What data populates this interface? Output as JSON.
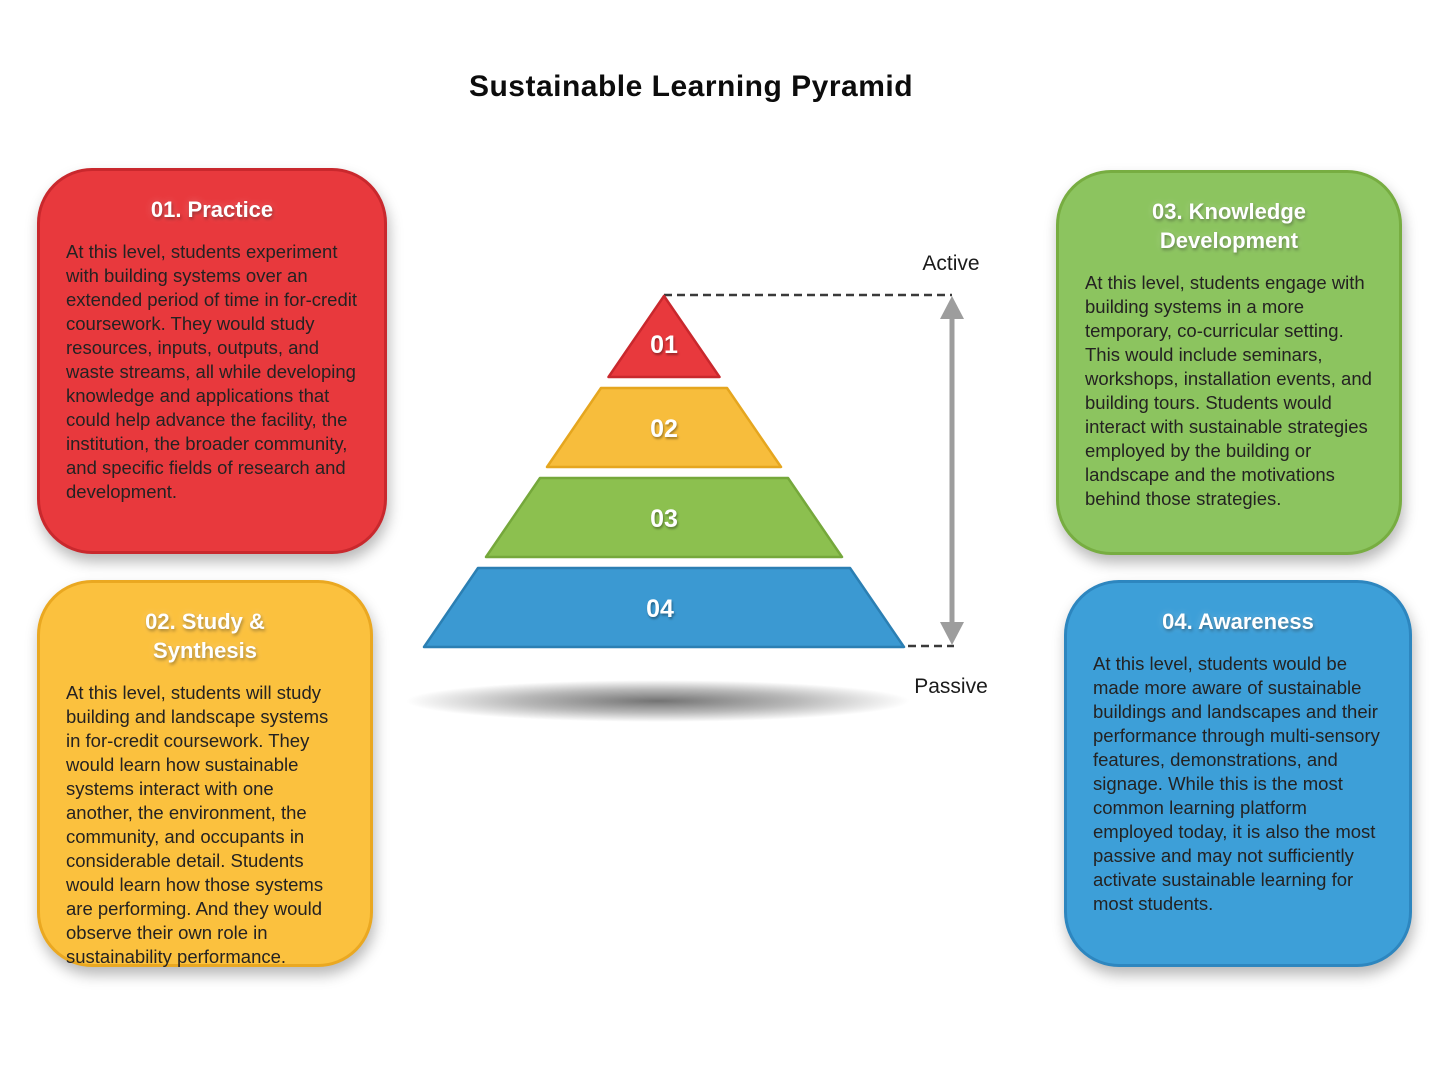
{
  "title": "Sustainable Learning Pyramid",
  "boxes": [
    {
      "id": "practice",
      "title": "01. Practice",
      "body": "At this level, students experiment with building systems over an extended period of time in for-credit coursework. They would study resources, inputs, outputs, and waste streams, all while developing knowledge and applications that could help advance the facility, the institution, the broader community, and specific fields of research and development.",
      "color": "#e8393d",
      "border_color": "#c9282d"
    },
    {
      "id": "study-synthesis",
      "title": "02. Study &\nSynthesis",
      "body": "At this level, students will study building and landscape systems in for-credit coursework. They would learn how sustainable systems interact with one another, the environment, the community, and occupants in considerable detail. Students would learn how those systems are performing. And they would observe their own role in sustainability performance.",
      "color": "#fbc13e",
      "border_color": "#eaa821"
    },
    {
      "id": "knowledge-development",
      "title": "03. Knowledge\nDevelopment",
      "body": "At this level, students engage with building systems in a more temporary, co-curricular setting. This would include seminars, workshops, installation events, and building tours. Students would interact with sustainable strategies employed by the building or landscape and the motivations behind those strategies.",
      "color": "#8cc45f",
      "border_color": "#77ad41"
    },
    {
      "id": "awareness",
      "title": "04. Awareness",
      "body": "At this level, students would be made more aware of sustainable buildings and landscapes and their performance through multi-sensory features, demonstrations, and signage. While this is the most common learning platform employed today, it is also the most passive and may not sufficiently activate sustainable learning for most students.",
      "color": "#3d9fd8",
      "border_color": "#2d86bf"
    }
  ],
  "pyramid": {
    "levels": [
      {
        "label": "01",
        "color": "#e8393d",
        "stroke": "#c9282d"
      },
      {
        "label": "02",
        "color": "#f7bd3c",
        "stroke": "#e5a61f"
      },
      {
        "label": "03",
        "color": "#8cc04f",
        "stroke": "#75a83b"
      },
      {
        "label": "04",
        "color": "#3b99d2",
        "stroke": "#2b7fb3"
      }
    ],
    "top_label": "Active",
    "bottom_label": "Passive",
    "arrow_color": "#9d9d9d"
  }
}
